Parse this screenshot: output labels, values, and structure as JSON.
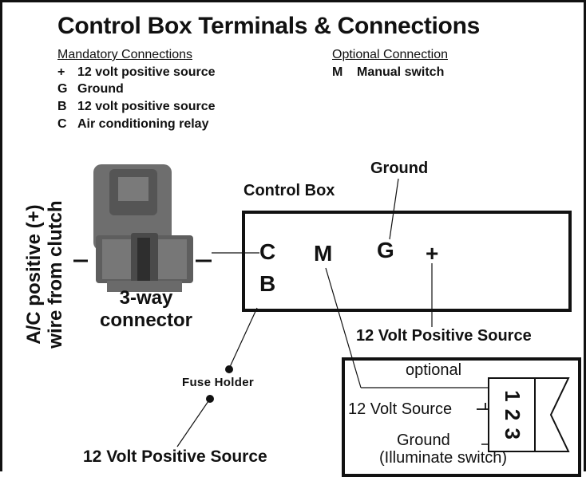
{
  "title": "Control Box Terminals & Connections",
  "mandatory": {
    "heading": "Mandatory Connections",
    "items": [
      {
        "key": "+",
        "label": "12 volt positive source"
      },
      {
        "key": "G",
        "label": "Ground"
      },
      {
        "key": "B",
        "label": "12 volt positive source"
      },
      {
        "key": "C",
        "label": "Air conditioning relay"
      }
    ]
  },
  "optional": {
    "heading": "Optional Connection",
    "items": [
      {
        "key": "M",
        "label": "Manual switch"
      }
    ]
  },
  "diagram": {
    "ac_wire_label": [
      "A/C positive (+)",
      "wire from clutch"
    ],
    "connector_label": [
      "3-way",
      "connector"
    ],
    "control_box_label": "Control Box",
    "ground_label": "Ground",
    "terminals": {
      "c": "C",
      "m": "M",
      "g": "G",
      "plus": "+",
      "b": "B"
    },
    "positive_source_right": "12 Volt Positive Source",
    "fuse_holder": "Fuse Holder",
    "positive_source_bottom": "12 Volt Positive Source",
    "switch": {
      "optional": "optional",
      "source": "12 Volt Source",
      "ground": "Ground",
      "illuminate": "(Illuminate switch)",
      "pins": "1 2 3"
    }
  }
}
